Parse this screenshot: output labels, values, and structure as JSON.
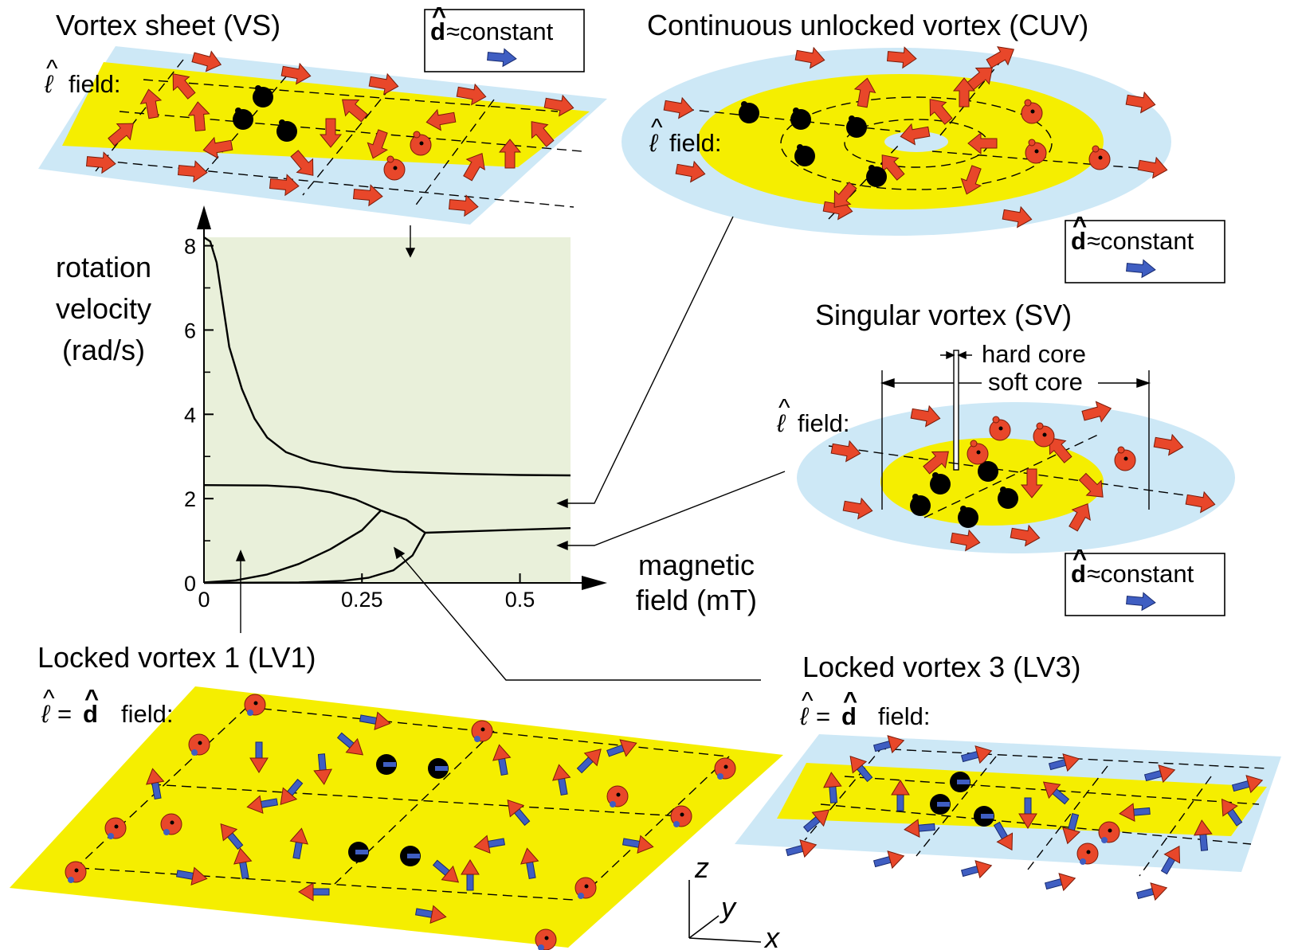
{
  "colors": {
    "outer_region": "#cde8f6",
    "inner_region": "#f5ee00",
    "plot_background": "#e9f0da",
    "l_arrow": "#e8472a",
    "d_arrow": "#3f5ec2",
    "vortex_core": "#000000",
    "line": "#000000"
  },
  "panels": {
    "vs": {
      "title": "Vortex sheet (VS)",
      "field_label": "field:",
      "dbox_label": "≈constant",
      "dbox_symbol": "d"
    },
    "cuv": {
      "title": "Continuous unlocked vortex (CUV)",
      "field_label": "field:",
      "dbox_label": "≈constant",
      "dbox_symbol": "d"
    },
    "sv": {
      "title": "Singular vortex (SV)",
      "field_label": "field:",
      "hard_core": "hard core",
      "soft_core": "soft core",
      "dbox_label": "≈constant",
      "dbox_symbol": "d"
    },
    "lv1": {
      "title": "Locked vortex 1 (LV1)",
      "field_label": "field:",
      "eq": "=",
      "d_symbol": "d"
    },
    "lv3": {
      "title": "Locked vortex 3 (LV3)",
      "field_label": "field:",
      "eq": "=",
      "d_symbol": "d"
    }
  },
  "axes_triad": {
    "x": "x",
    "y": "y",
    "z": "z"
  },
  "chart_data": {
    "type": "line",
    "ylabel_lines": [
      "rotation",
      "velocity",
      "(rad/s)"
    ],
    "xlabel_lines": [
      "magnetic",
      "field (mT)"
    ],
    "xlim": [
      0,
      0.58
    ],
    "ylim": [
      0,
      8.2
    ],
    "xticks": [
      0,
      0.25,
      0.5
    ],
    "xtick_labels": [
      "0",
      "0.25",
      "0.5"
    ],
    "yticks": [
      0,
      2,
      4,
      6,
      8
    ],
    "ytick_labels": [
      "0",
      "2",
      "4",
      "6",
      "8"
    ],
    "yminor": [
      1,
      3,
      5,
      7
    ],
    "series": [
      {
        "points": [
          [
            0,
            8.2
          ],
          [
            0.01,
            8.1
          ],
          [
            0.02,
            7.6
          ],
          [
            0.03,
            6.6
          ],
          [
            0.04,
            5.6
          ],
          [
            0.06,
            4.6
          ],
          [
            0.08,
            3.9
          ],
          [
            0.1,
            3.45
          ],
          [
            0.13,
            3.1
          ],
          [
            0.17,
            2.88
          ],
          [
            0.22,
            2.74
          ],
          [
            0.3,
            2.64
          ],
          [
            0.4,
            2.59
          ],
          [
            0.5,
            2.56
          ],
          [
            0.58,
            2.55
          ]
        ]
      },
      {
        "points": [
          [
            0,
            2.32
          ],
          [
            0.1,
            2.31
          ],
          [
            0.15,
            2.27
          ],
          [
            0.2,
            2.15
          ],
          [
            0.24,
            1.98
          ],
          [
            0.28,
            1.72
          ]
        ]
      },
      {
        "points": [
          [
            0,
            0.01
          ],
          [
            0.05,
            0.06
          ],
          [
            0.1,
            0.2
          ],
          [
            0.15,
            0.45
          ],
          [
            0.2,
            0.8
          ],
          [
            0.25,
            1.25
          ],
          [
            0.28,
            1.72
          ]
        ]
      },
      {
        "points": [
          [
            0.28,
            1.72
          ],
          [
            0.32,
            1.5
          ],
          [
            0.35,
            1.19
          ]
        ]
      },
      {
        "points": [
          [
            0,
            0
          ],
          [
            0.15,
            0.01
          ],
          [
            0.22,
            0.05
          ],
          [
            0.26,
            0.12
          ],
          [
            0.3,
            0.3
          ],
          [
            0.33,
            0.65
          ],
          [
            0.35,
            1.19
          ]
        ]
      },
      {
        "points": [
          [
            0.35,
            1.19
          ],
          [
            0.45,
            1.24
          ],
          [
            0.58,
            1.3
          ]
        ]
      }
    ]
  }
}
